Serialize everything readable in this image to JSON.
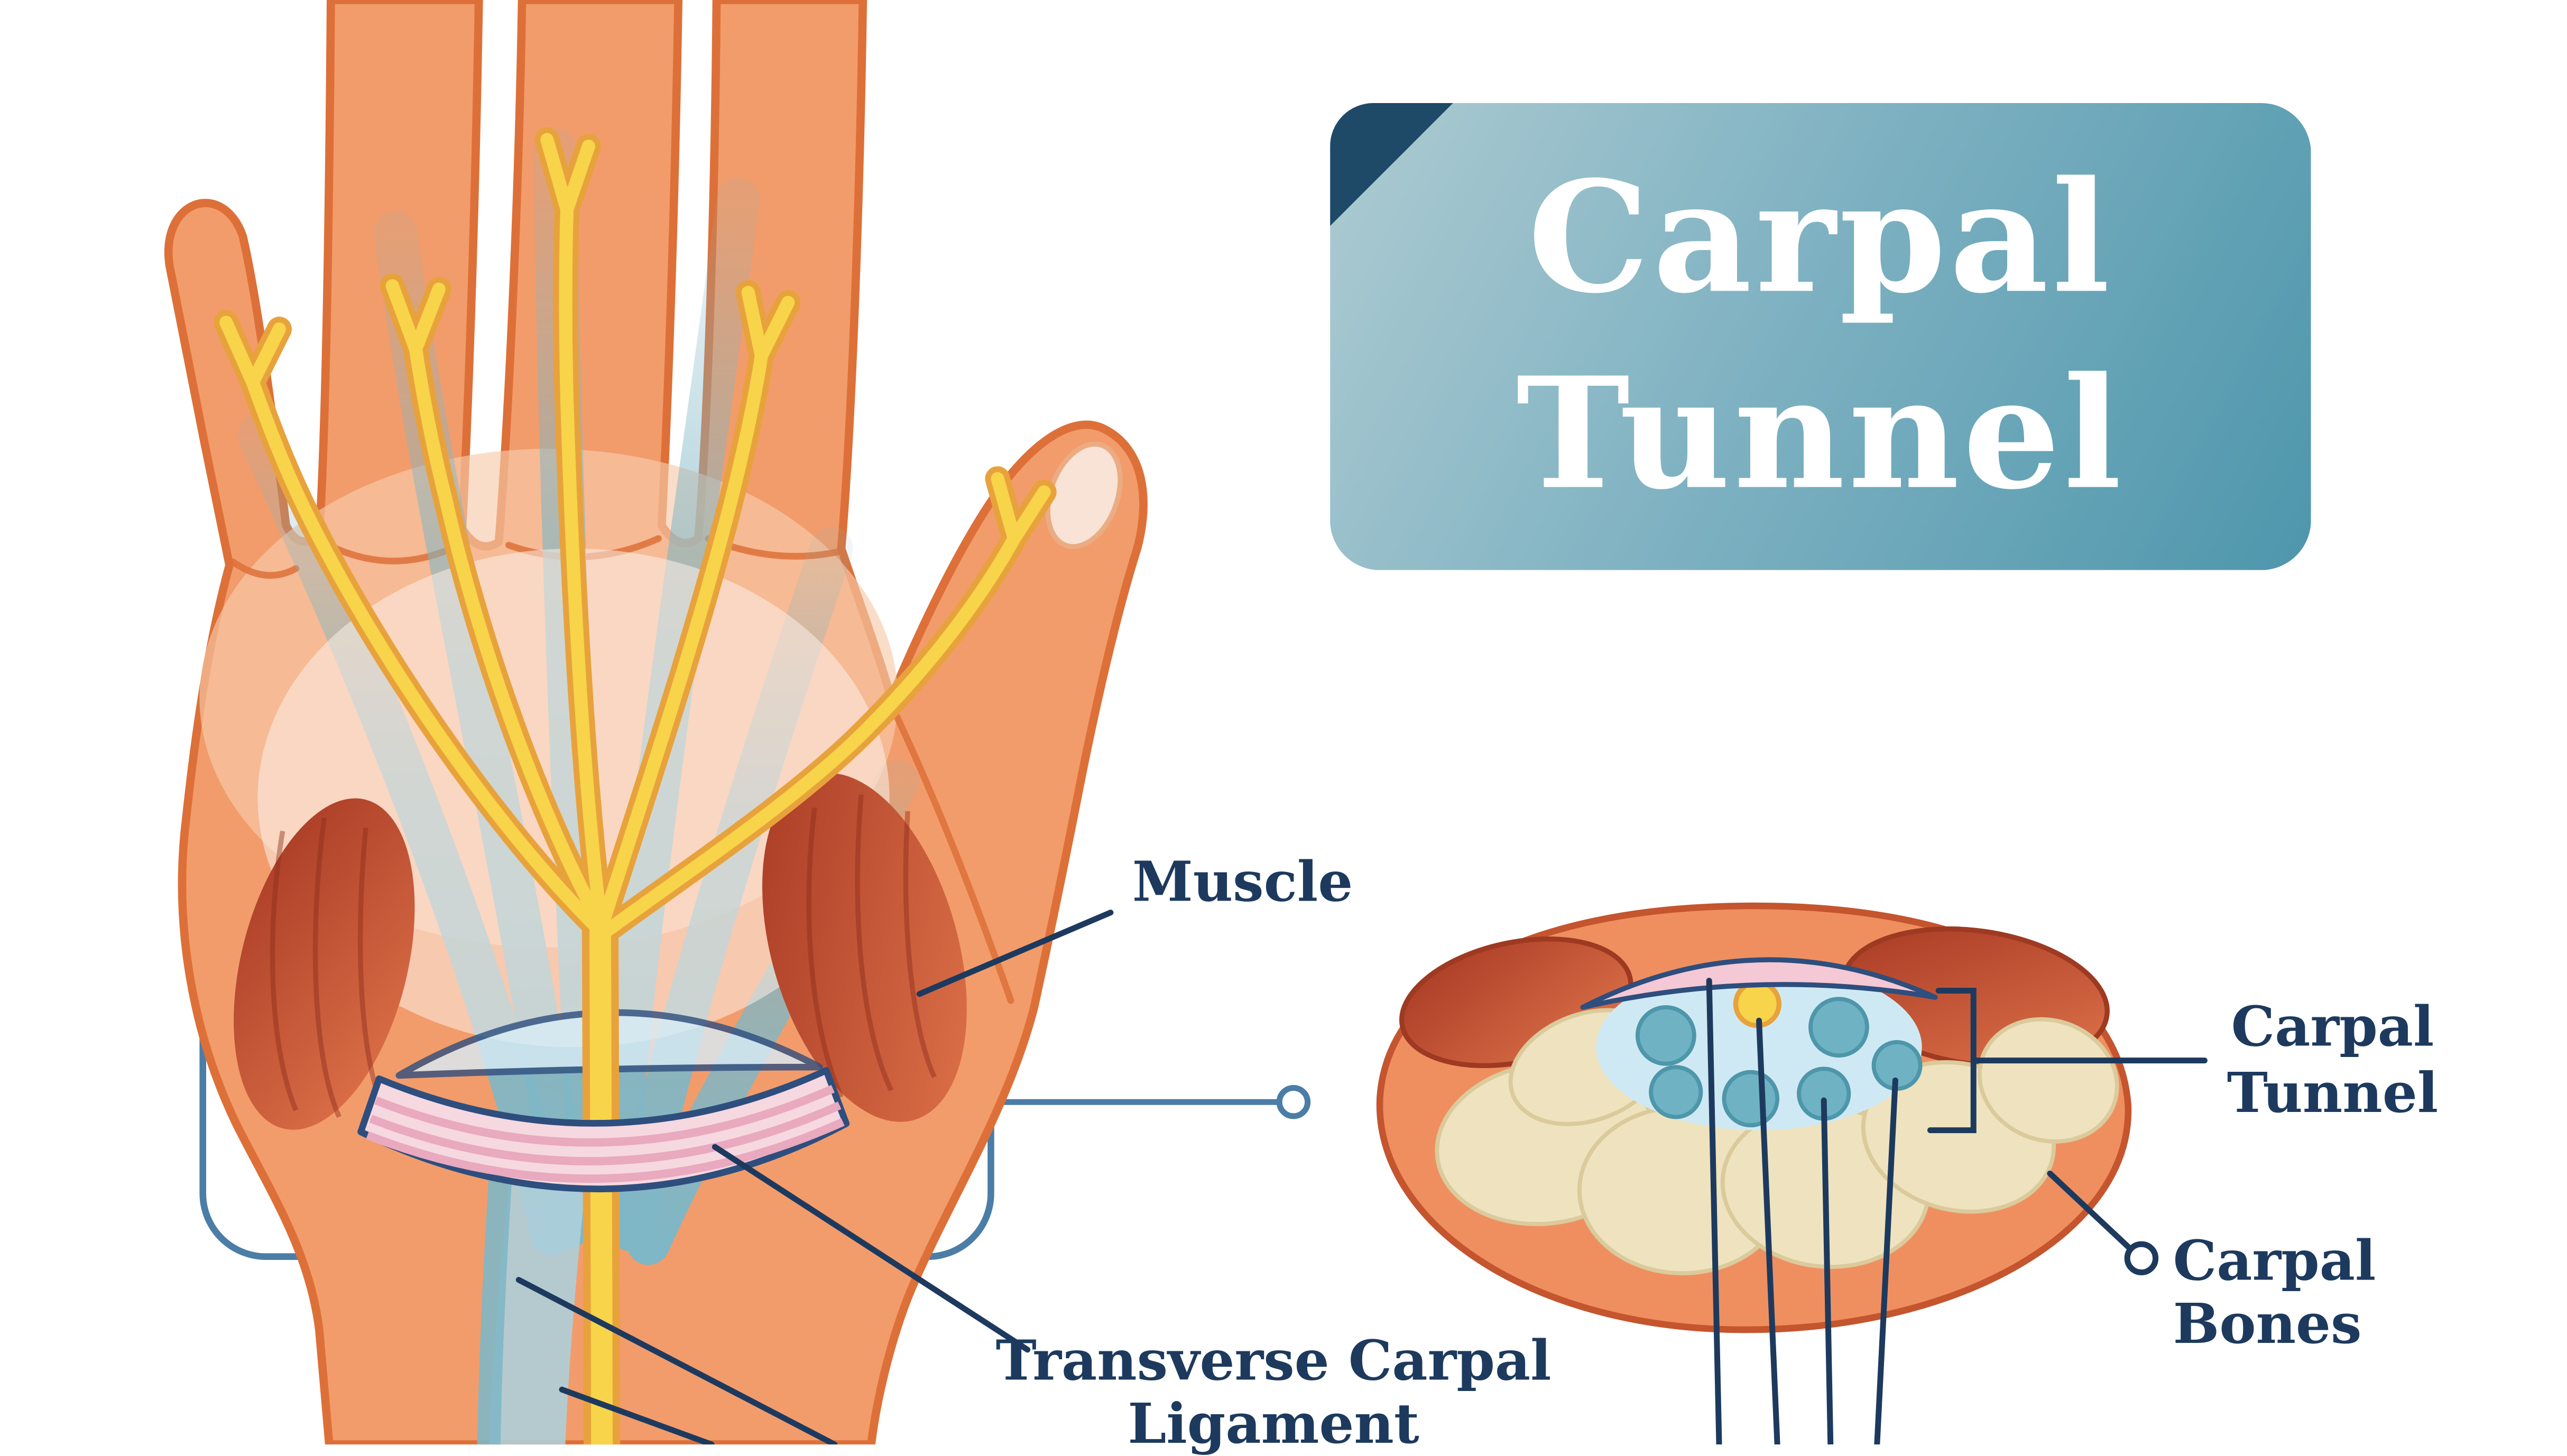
{
  "title": {
    "line1": "Carpal",
    "line2": "Tunnel"
  },
  "labels": {
    "muscle": "Muscle",
    "transverse_carpal_ligament": {
      "line1": "Transverse Carpal",
      "line2": "Ligament"
    },
    "carpal_tunnel": {
      "line1": "Carpal",
      "line2": "Tunnel"
    },
    "carpal_bones": "Carpal Bones"
  },
  "colors": {
    "background": "#FFFFFF",
    "skin": "#F29C6B",
    "skin_outline": "#DD7038",
    "palm_light": "#F8CBAA",
    "palm_wash": "#FBEFE7",
    "tendon_blue": "#7FB7C6",
    "wrist_strip": "#AECFDA",
    "nerve_yellow": "#F7D44A",
    "nerve_outline": "#E8A23C",
    "muscle_dark": "#A63823",
    "muscle_light": "#E0754B",
    "ligament_pink": "#F6D8E0",
    "ligament_stripe": "#E9A9BE",
    "tunnel_arch_fill": "#D9EDF7",
    "navy_outline": "#2E4E7E",
    "label_navy": "#1D3A5E",
    "box_blue": "#4B7DA6",
    "cross_section_outer": "#EF8F60",
    "cross_section_outline": "#C4552E",
    "bone_cream": "#EEE3BE",
    "bone_outline": "#DBCA9C",
    "tunnel_fill": "#CFE9F4",
    "tendon_circle": "#6FB2C4",
    "tendon_circle_outline": "#4E96AA",
    "nail": "#F8E3D6",
    "badge_gradient_start": "#AECBD2",
    "badge_gradient_end": "#4E96AC",
    "badge_fold": "#1E4A68",
    "title_text": "#FFFFFF"
  }
}
